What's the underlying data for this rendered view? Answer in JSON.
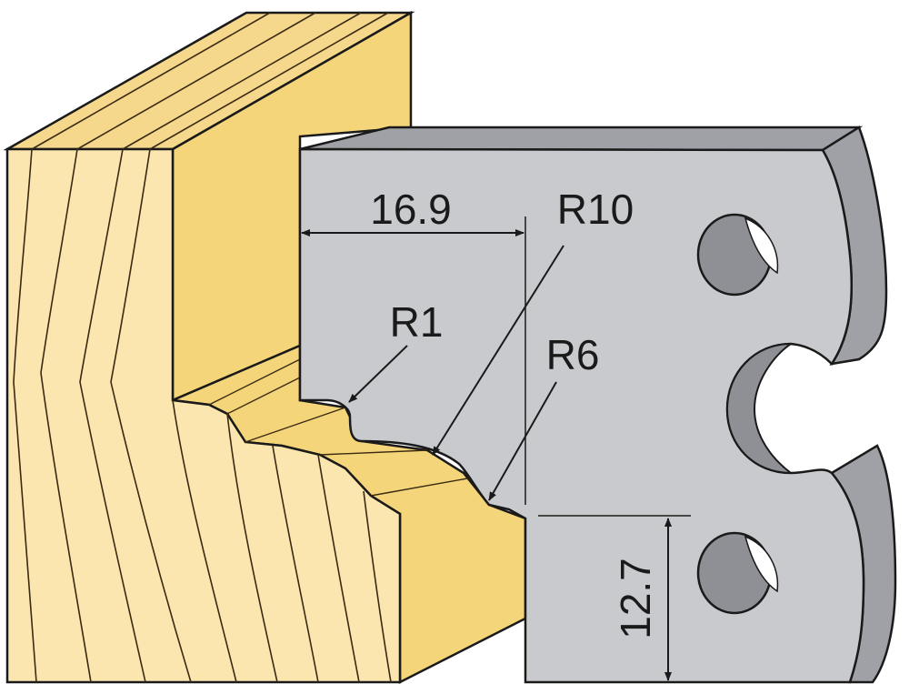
{
  "labels": {
    "width_dimension": "16.9",
    "radius_large": "R10",
    "radius_small": "R1",
    "radius_mid": "R6",
    "height_dimension": "12.7"
  },
  "colors": {
    "wood_face": "#fbe6b0",
    "wood_top": "#f6d88c",
    "wood_side": "#f5d57a",
    "wood_grain": "#3a2a12",
    "steel_face": "#c9cace",
    "steel_edge": "#9fa1a6",
    "steel_hole": "#8e9095",
    "outline": "#1a1a1a"
  },
  "icons": {
    "dimension_arrow": "arrowhead-icon",
    "mounting_hole": "hole-icon"
  }
}
